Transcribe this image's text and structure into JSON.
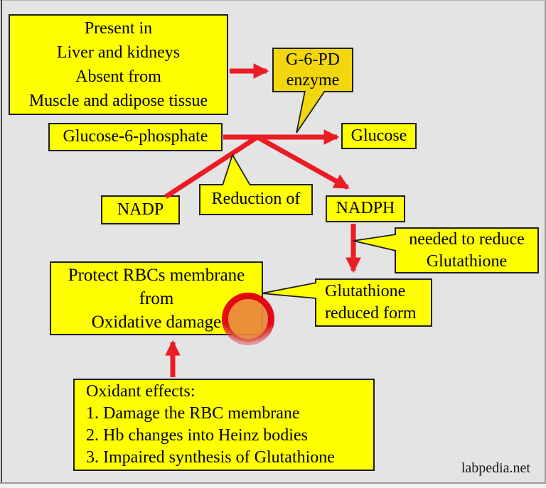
{
  "page": {
    "watermark": "labpedia.net",
    "title_semantic": "G-6-PD enzyme pathway flowchart"
  },
  "colors": {
    "background": "#e4e4e4",
    "box_fill": "#ffff00",
    "g6pd_fill": "#f2d60e",
    "box_border": "#1f1f1f",
    "arrow_red": "#ec1c24",
    "circle_ring": "#e3000f",
    "circle_fill": "#e8873b"
  },
  "boxes": {
    "present": {
      "lines": [
        "Present in",
        "Liver and kidneys",
        "Absent from",
        "Muscle and adipose tissue"
      ]
    },
    "g6pd": {
      "lines": [
        "G-6-PD",
        "enzyme"
      ]
    },
    "glucose6p": {
      "label": "Glucose-6-phosphate"
    },
    "glucose": {
      "label": "Glucose"
    },
    "nadp": {
      "label": "NADP"
    },
    "reduction": {
      "label": "Reduction of"
    },
    "nadph": {
      "label": "NADPH"
    },
    "needed": {
      "lines": [
        "needed to reduce",
        "Glutathione"
      ]
    },
    "glutathione": {
      "lines": [
        "Glutathione",
        "reduced form"
      ]
    },
    "protect": {
      "lines": [
        "Protect RBCs membrane",
        "from",
        "Oxidative damage"
      ]
    },
    "oxidant": {
      "lines": [
        "Oxidant effects:",
        "1. Damage the RBC membrane",
        "2. Hb changes into Heinz bodies",
        "3. Impaired synthesis of Glutathione"
      ]
    }
  },
  "connections": [
    {
      "from": "present",
      "to": "g6pd",
      "type": "arrow"
    },
    {
      "from": "glucose6p",
      "to": "glucose",
      "type": "arrow"
    },
    {
      "from": "glucose6p-junction",
      "to": "nadp",
      "type": "line"
    },
    {
      "from": "glucose6p-junction",
      "to": "nadph",
      "type": "arrow"
    },
    {
      "from": "nadph",
      "to": "glutathione",
      "type": "arrow"
    },
    {
      "from": "oxidant",
      "to": "protect",
      "type": "arrow"
    }
  ]
}
